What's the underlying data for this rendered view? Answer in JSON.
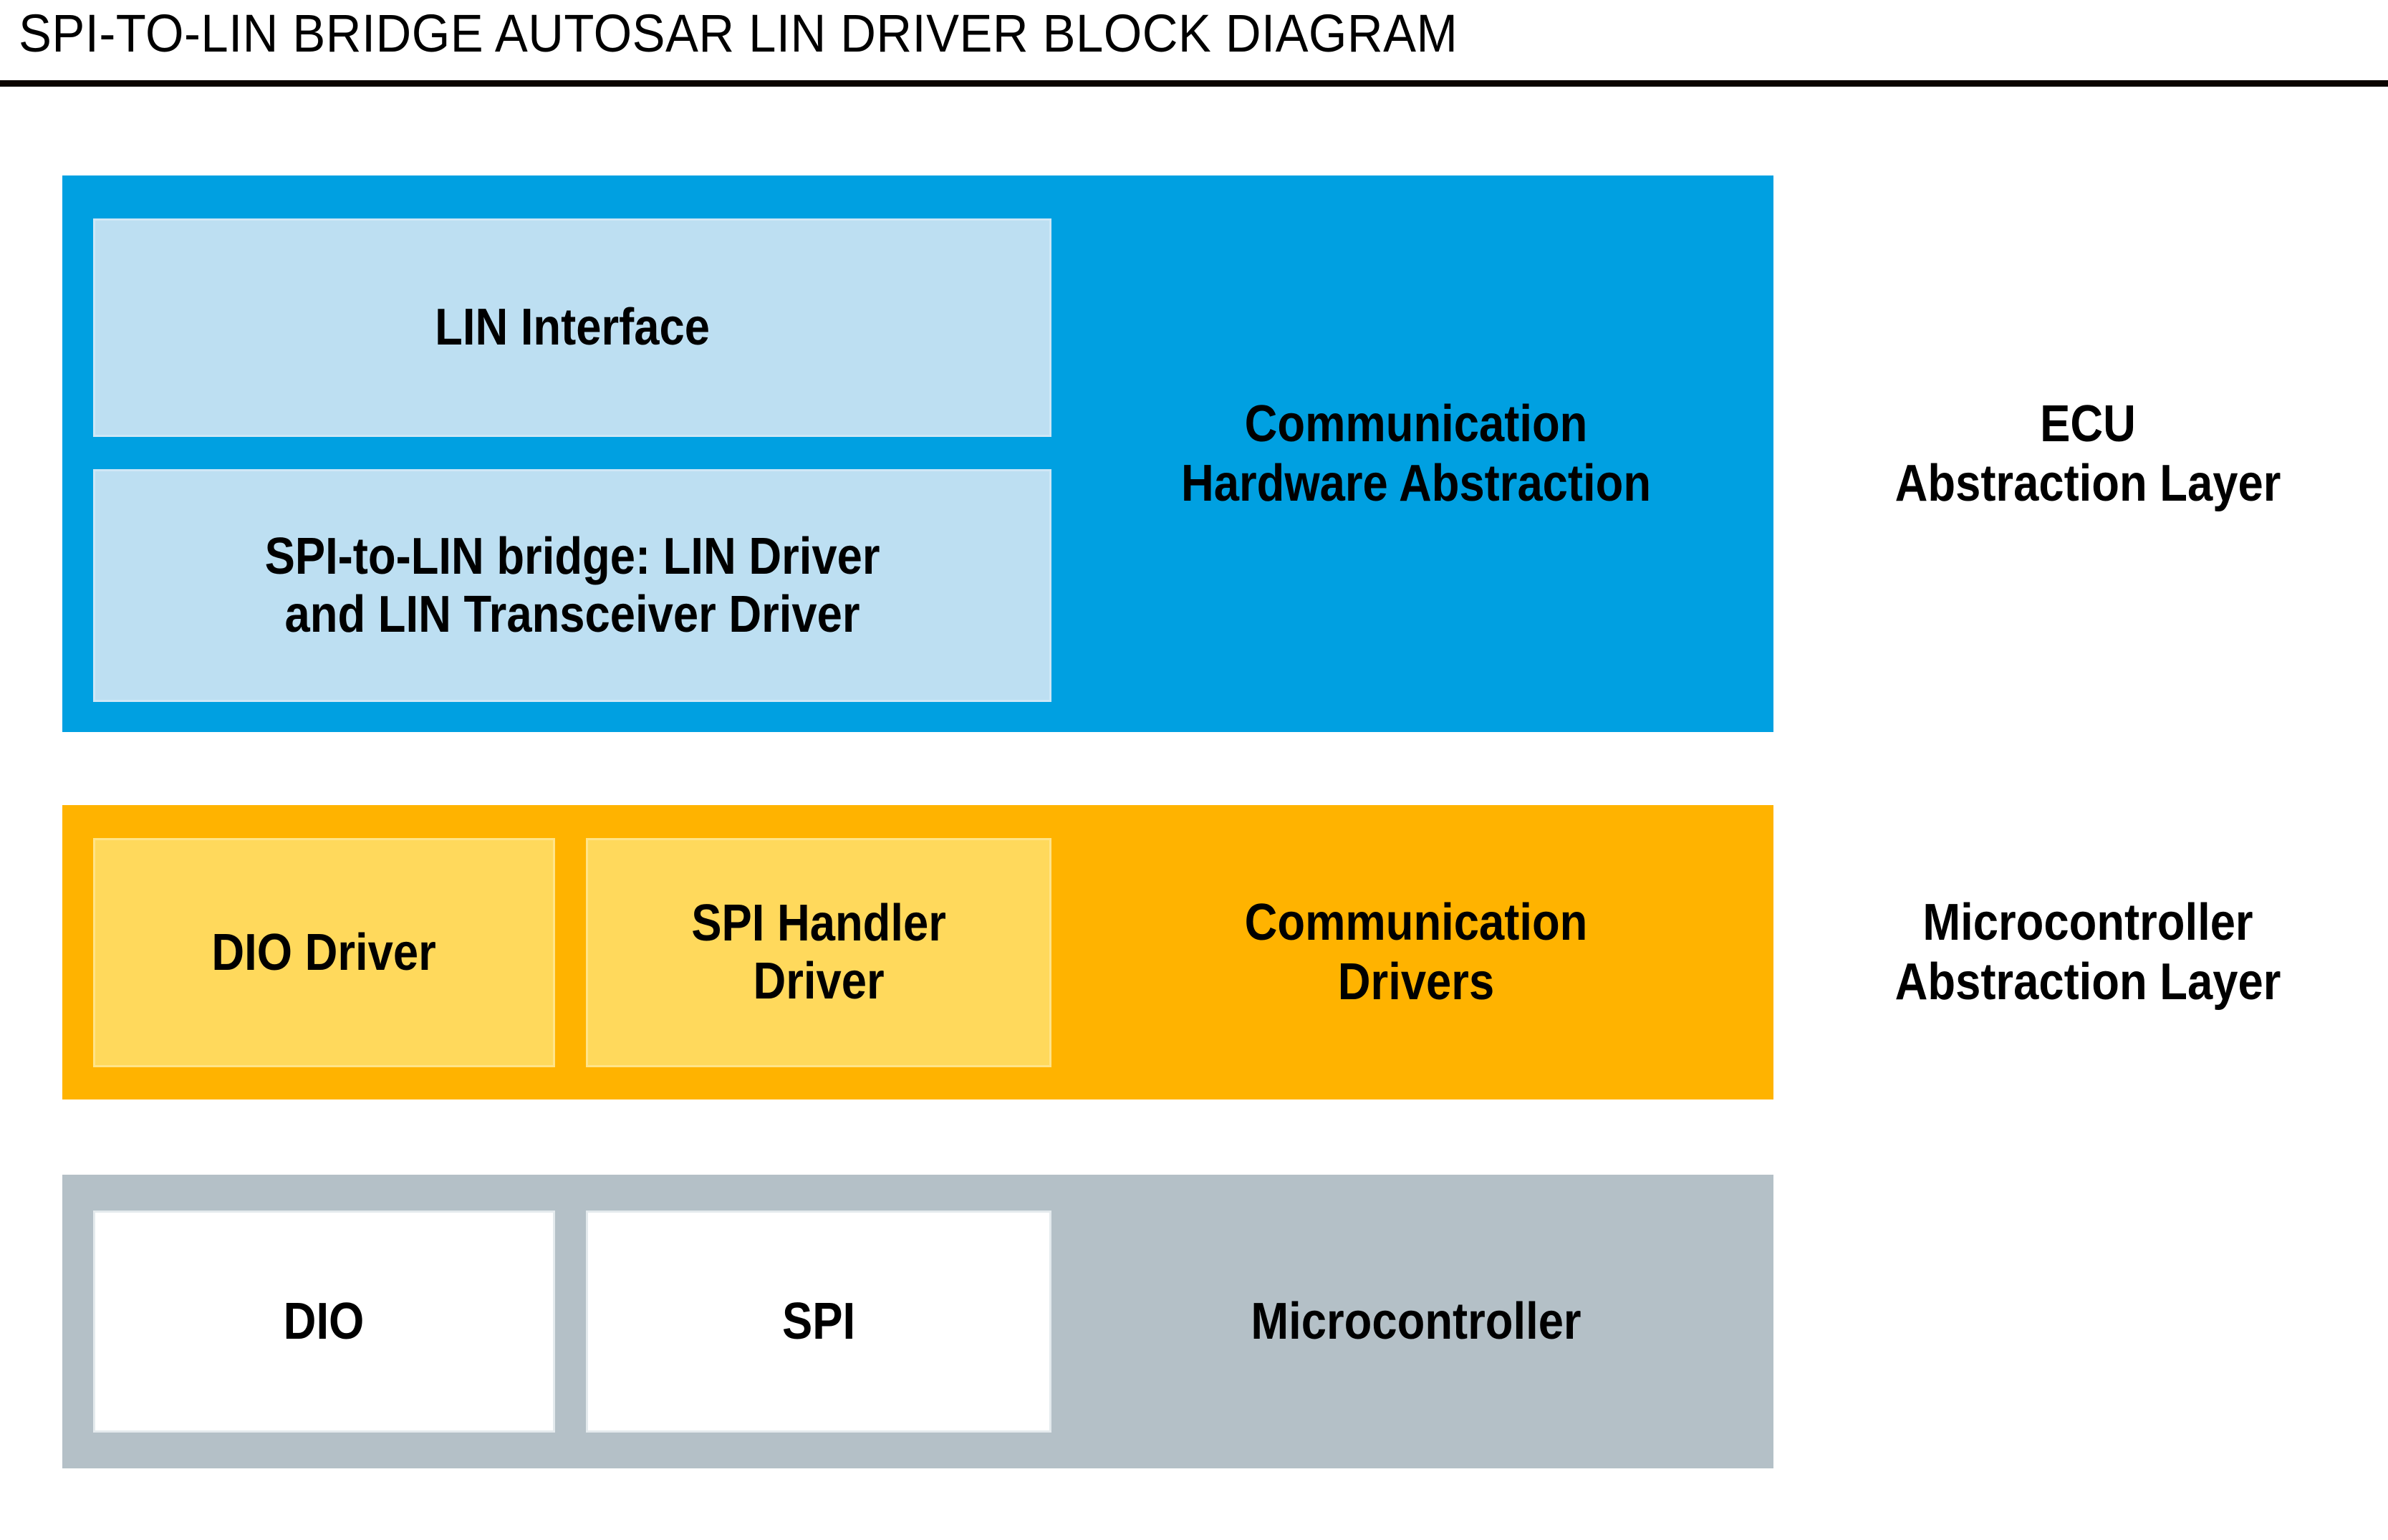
{
  "header": {
    "title": "SPI-TO-LIN BRIDGE AUTOSAR LIN DRIVER BLOCK DIAGRAM",
    "rule_color": "#0b0400"
  },
  "palette": {
    "ecu_band": "#00A0E1",
    "ecu_sub_block": "#BDDFF2",
    "mcal_band": "#FFB300",
    "mcal_sub_block": "#FFD95C",
    "hardware_band": "#B4C0C7",
    "hardware_sub_block": "#FFFFFF",
    "text": "#000000"
  },
  "layers": [
    {
      "id": "ecu-abstraction-layer",
      "band_caption": "Communication\nHardware Abstraction",
      "layer_name": "ECU\nAbstraction Layer",
      "blocks": [
        {
          "id": "lin-interface",
          "label": "LIN Interface"
        },
        {
          "id": "spi-to-lin-bridge",
          "label": "SPI-to-LIN bridge: LIN Driver\nand LIN Transceiver Driver"
        }
      ]
    },
    {
      "id": "microcontroller-abstraction-layer",
      "band_caption": "Communication\nDrivers",
      "layer_name": "Microcontroller\nAbstraction Layer",
      "blocks": [
        {
          "id": "dio-driver",
          "label": "DIO Driver"
        },
        {
          "id": "spi-handler-driver",
          "label": "SPI Handler\nDriver"
        }
      ]
    },
    {
      "id": "microcontroller-layer",
      "band_caption": "Microcontroller",
      "layer_name": "",
      "blocks": [
        {
          "id": "dio",
          "label": "DIO"
        },
        {
          "id": "spi",
          "label": "SPI"
        }
      ]
    }
  ]
}
